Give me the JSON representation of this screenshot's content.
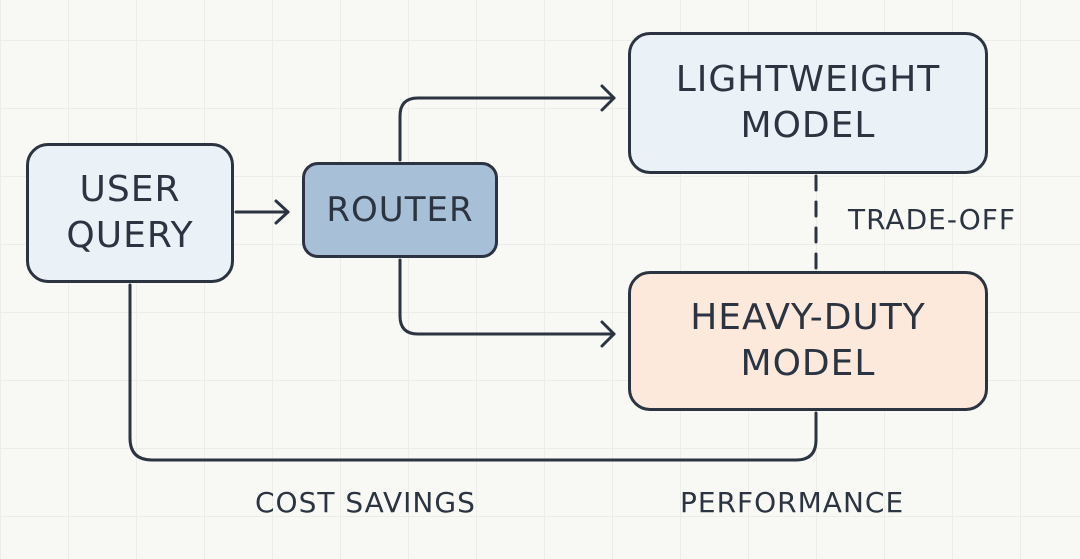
{
  "nodes": {
    "user_query": "USER\nQUERY",
    "router": "ROUTER",
    "lightweight_model": "LIGHTWEIGHT\nMODEL",
    "heavy_duty_model": "HEAVY-DUTY\nMODEL"
  },
  "labels": {
    "trade_off": "TRADE-OFF",
    "cost_savings": "COST SAVINGS",
    "performance": "PERFORMANCE"
  },
  "colors": {
    "stroke": "#2b3440",
    "user_query_fill": "#eaf1f7",
    "router_fill": "#a8bfd8",
    "lightweight_fill": "#eaf1f7",
    "heavy_duty_fill": "#fce9dc",
    "background": "#f8f8f5"
  }
}
